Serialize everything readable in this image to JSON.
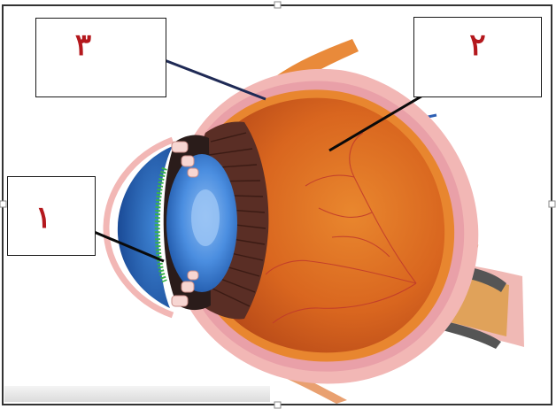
{
  "labels": {
    "one": "١",
    "two": "٢",
    "three": "٣"
  },
  "colors": {
    "label_text": "#b4181d",
    "arrow": "#0a0a0a",
    "arrow_three": "#1f2a55",
    "sclera": "#f2b7b5",
    "choroid": "#e8862f",
    "retina": "#d9661f",
    "cornea": "#2d6bc4",
    "lens": "#4b8ee0",
    "ciliary": "#5a2e25"
  },
  "icons": [
    "eye-cross-section-illustration",
    "arrow-icon"
  ]
}
